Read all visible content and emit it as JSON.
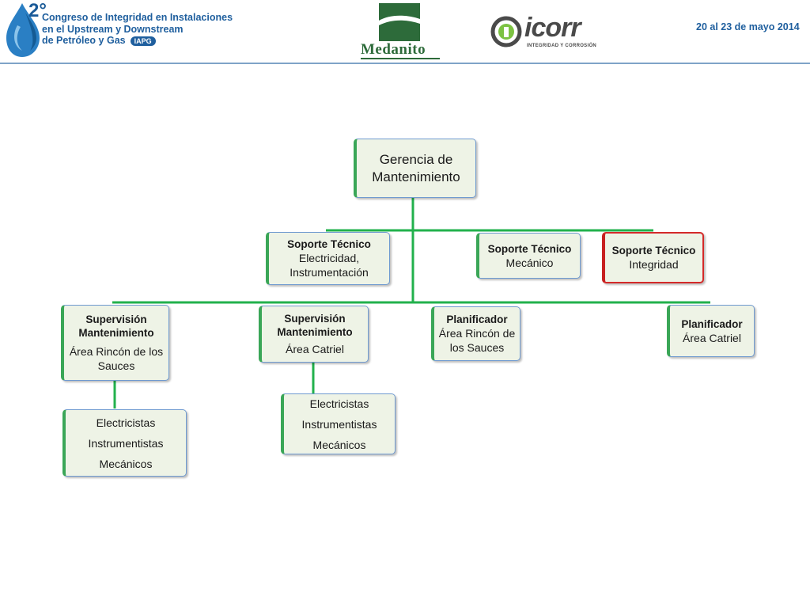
{
  "header": {
    "congreso_ordinal": "2°",
    "congreso_line1": "Congreso de Integridad en Instalaciones",
    "congreso_line2": "en el Upstream y Downstream",
    "congreso_line3": "de Petróleo y Gas",
    "iapg_badge": "IAPG",
    "medanito_logo": "Medanito",
    "icorr_logo": "icorr",
    "icorr_tagline": "INTEGRIDAD Y CORROSIÓN",
    "date": "20 al 23 de mayo 2014"
  },
  "org": {
    "gerencia": {
      "title": "Gerencia de Mantenimiento"
    },
    "soporte_electricidad": {
      "title": "Soporte Técnico",
      "subtitle": "Electricidad, Instrumentación"
    },
    "soporte_mecanico": {
      "title": "Soporte Técnico",
      "subtitle": "Mecánico"
    },
    "soporte_integridad": {
      "title": "Soporte Técnico",
      "subtitle": "Integridad"
    },
    "supervision_rincon": {
      "title": "Supervisión Mantenimiento",
      "subtitle": "Área Rincón de los Sauces"
    },
    "supervision_catriel": {
      "title": "Supervisión Mantenimiento",
      "subtitle": "Área Catriel"
    },
    "planificador_rincon": {
      "title": "Planificador",
      "subtitle": "Área Rincón de los Sauces"
    },
    "planificador_catriel": {
      "title": "Planificador",
      "subtitle": "Área Catriel"
    },
    "equipo_rincon": {
      "items": [
        "Electricistas",
        "Instrumentistas",
        "Mecánicos"
      ]
    },
    "equipo_catriel": {
      "items": [
        "Electricistas",
        "Instrumentistas",
        "Mecánicos"
      ]
    }
  },
  "colors": {
    "connector": "#22b14c",
    "border": "#6f9ad0",
    "highlight": "#d42a2a",
    "box_fill": "#eef3e6"
  }
}
